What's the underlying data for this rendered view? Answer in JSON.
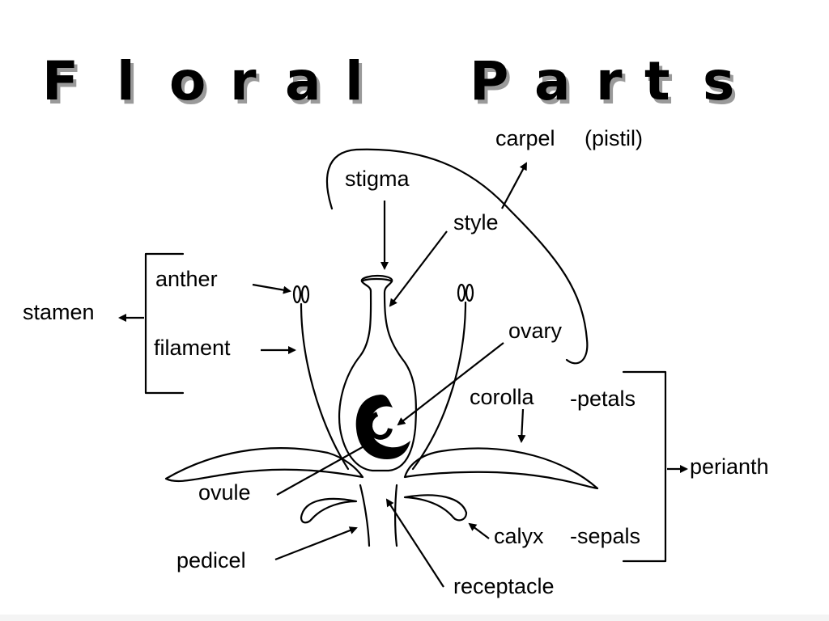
{
  "title_words": [
    "Floral",
    "Parts"
  ],
  "labels": {
    "carpel": "carpel",
    "pistil": "(pistil)",
    "stigma": "stigma",
    "style": "style",
    "anther": "anther",
    "stamen": "stamen",
    "filament": "filament",
    "ovary": "ovary",
    "corolla": "corolla",
    "petals": "-petals",
    "perianth": "perianth",
    "ovule": "ovule",
    "calyx": "calyx",
    "sepals": "-sepals",
    "pedicel": "pedicel",
    "receptacle": "receptacle"
  },
  "colors": {
    "ink": "#000000",
    "shadow": "#9a9a9a",
    "background": "#ffffff"
  }
}
